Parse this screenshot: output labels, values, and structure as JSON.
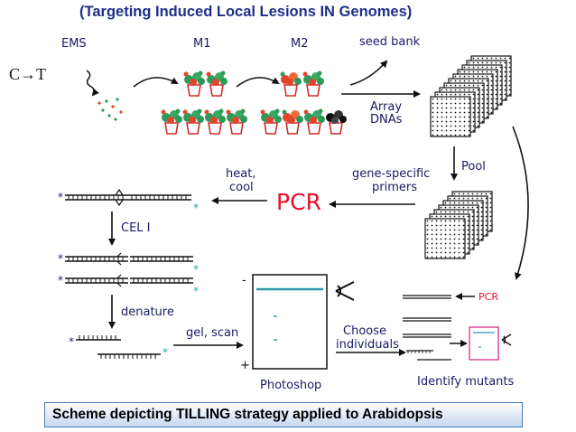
{
  "title": "(Targeting Induced Local Lesions IN Genomes)",
  "stages": {
    "ems": "EMS",
    "m1": "M1",
    "m2": "M2",
    "seed_bank": "seed bank"
  },
  "mutation": "C→T",
  "steps": {
    "array_dnas_1": "Array",
    "array_dnas_2": "DNAs",
    "pool": "Pool",
    "primers_1": "gene-specific",
    "primers_2": "primers",
    "pcr_main": "PCR",
    "heat_cool_1": "heat,",
    "heat_cool_2": "cool",
    "cel_i": "CEL I",
    "denature": "denature",
    "gel_scan": "gel, scan",
    "photoshop": "Photoshop",
    "choose_1": "Choose",
    "choose_2": "individuals",
    "pcr_small": "PCR",
    "identify": "Identify mutants"
  },
  "gel_marks": {
    "minus": "-",
    "plus": "+"
  },
  "caption": "Scheme depicting TILLING strategy applied to Arabidopsis",
  "colors": {
    "title": "#1f2f8a",
    "ink": "#1a1a66",
    "pcr": "#e8102a",
    "plant_green": "#2e9a5a",
    "plant_red": "#e0452a",
    "pot": "#d42a2a",
    "gel_band": "#2a9aa8",
    "gel_outline": "#d8308a",
    "caption_border": "#4a7ab5"
  }
}
